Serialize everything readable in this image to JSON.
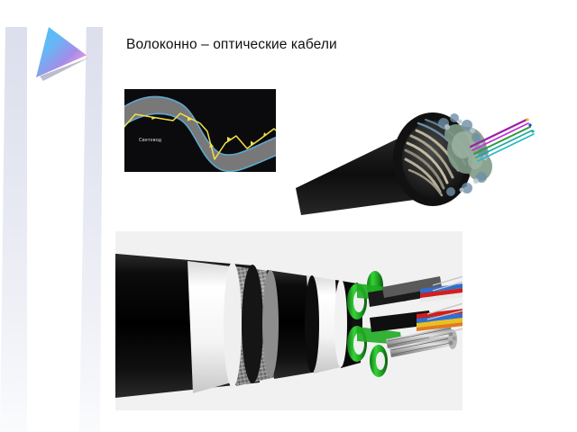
{
  "slide": {
    "title": "Волоконно – оптические кабели",
    "background_color": "#ffffff"
  },
  "decoration": {
    "strip_color": "#e0e2ee",
    "logo_icon": "triangle-logo-icon",
    "logo_gradient_from": "#4fc3f7",
    "logo_gradient_to": "#f29be0",
    "logo_shadow_color": "#aeb2c6"
  },
  "diagram": {
    "name": "waveguide-light-propagation-diagram",
    "label": "Световод",
    "background_color": "#0b0b0d",
    "core_color": "#808080",
    "cladding_color": "#5fa8cf",
    "ray_color": "#f2e14c"
  },
  "images": {
    "top_cable": {
      "name": "loose-tube-fiber-optic-cable-photo",
      "jacket_color": "#141414",
      "fiber_colors": [
        "#c020c8",
        "#2e9a3e",
        "#1fb0b8",
        "#e8d43a"
      ]
    },
    "bottom_cable": {
      "name": "armored-fiber-optic-cable-cutaway-photo",
      "panel_color": "#f1f1f1",
      "layers": [
        "black-outer-jacket",
        "white-inner-sheath",
        "steel-braid-armor",
        "black-bedding",
        "white-inner-jacket",
        "green-loose-tubes",
        "black-buffer-tubes",
        "steel-strength-member",
        "colored-fibers"
      ],
      "tube_color": "#27c027",
      "fiber_colors": [
        "#2f6fd0",
        "#d01f1f",
        "#e0e0e0",
        "#e8c020",
        "#e07a1f",
        "#ffffff"
      ]
    }
  }
}
